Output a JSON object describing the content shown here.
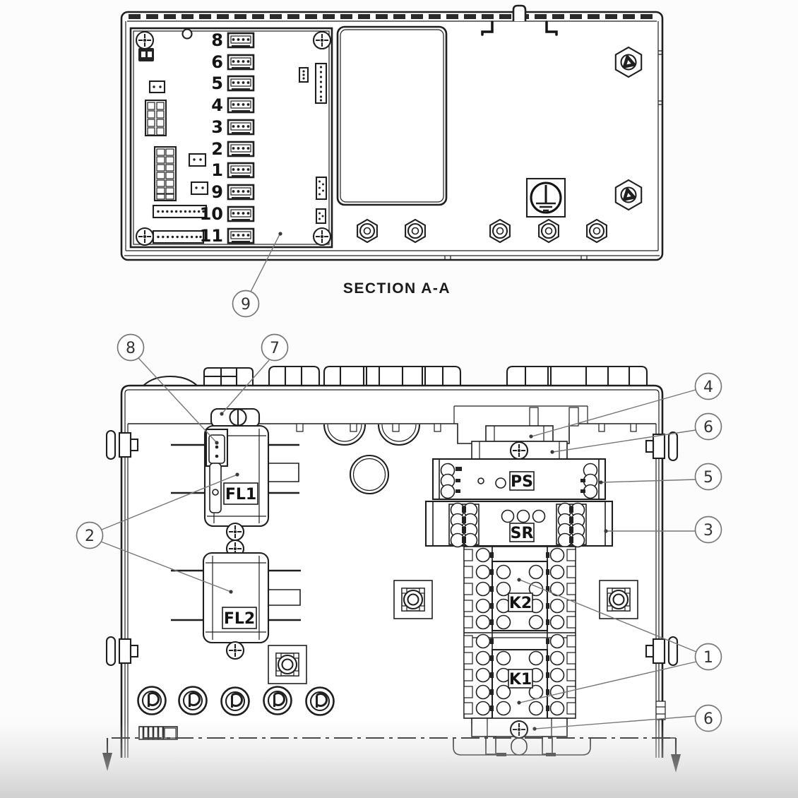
{
  "upper_view": {
    "section_label": "SECTION A-A",
    "pcb_connector_labels": [
      "8",
      "6",
      "5",
      "4",
      "3",
      "2",
      "1",
      "9",
      "10",
      "11"
    ]
  },
  "lower_view": {
    "component_labels": {
      "fl1": "FL1",
      "fl2": "FL2",
      "ps": "PS",
      "sr": "SR",
      "k2": "K2",
      "k1": "K1"
    }
  },
  "balloons": [
    {
      "label": "9"
    },
    {
      "label": "8"
    },
    {
      "label": "7"
    },
    {
      "label": "2"
    },
    {
      "label": "4"
    },
    {
      "label": "6"
    },
    {
      "label": "5"
    },
    {
      "label": "3"
    },
    {
      "label": "1"
    },
    {
      "label": "6"
    }
  ],
  "colors": {
    "line": "#1f1f1f",
    "callout": "#777777",
    "background": "#fcfcfc"
  }
}
